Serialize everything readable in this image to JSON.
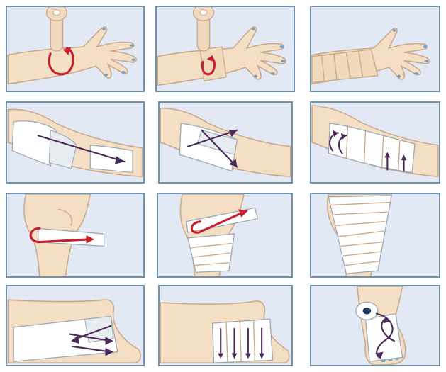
{
  "figure": {
    "grid": {
      "rows": 4,
      "columns": 3
    },
    "colors": {
      "panel_background": "#e3e8f5",
      "panel_border": "#6f93ad",
      "skin": "#f4dfc4",
      "skin_outline": "#c9a98a",
      "bandage": "#ffffff",
      "arrow_red": "#c81f2a",
      "arrow_dark": "#4b2a5a",
      "nail": "#6fa0c8"
    },
    "panels": [
      {
        "id": "wrist-1",
        "body_part": "wrist",
        "step": 1,
        "icons": [
          "hand-icon",
          "bandage-roll-icon",
          "red-circular-arrow-icon"
        ]
      },
      {
        "id": "wrist-2",
        "body_part": "wrist",
        "step": 2,
        "icons": [
          "hand-icon",
          "bandage-roll-icon",
          "red-circular-arrow-icon"
        ]
      },
      {
        "id": "wrist-3",
        "body_part": "wrist",
        "step": 3,
        "icons": [
          "hand-icon",
          "wrapped-bandage-icon"
        ]
      },
      {
        "id": "elbow-1",
        "body_part": "elbow",
        "step": 1,
        "icons": [
          "arm-icon",
          "bandage-icon",
          "dark-arrow-icon"
        ]
      },
      {
        "id": "elbow-2",
        "body_part": "elbow",
        "step": 2,
        "icons": [
          "arm-icon",
          "bandage-icon",
          "cross-arrow-icon"
        ]
      },
      {
        "id": "elbow-3",
        "body_part": "elbow",
        "step": 3,
        "icons": [
          "arm-icon",
          "bandage-icon",
          "dark-arrow-icon"
        ]
      },
      {
        "id": "knee-1",
        "body_part": "knee",
        "step": 1,
        "icons": [
          "leg-icon",
          "bandage-icon",
          "red-circular-arrow-icon"
        ]
      },
      {
        "id": "knee-2",
        "body_part": "knee",
        "step": 2,
        "icons": [
          "leg-icon",
          "bandage-icon",
          "red-circular-arrow-icon"
        ]
      },
      {
        "id": "knee-3",
        "body_part": "knee",
        "step": 3,
        "icons": [
          "leg-icon",
          "wrapped-bandage-icon"
        ]
      },
      {
        "id": "ankle-1",
        "body_part": "ankle",
        "step": 1,
        "icons": [
          "foot-icon",
          "bandage-icon",
          "dark-arrow-icon"
        ]
      },
      {
        "id": "ankle-2",
        "body_part": "ankle",
        "step": 2,
        "icons": [
          "foot-icon",
          "bandage-icon",
          "dark-arrow-icon"
        ]
      },
      {
        "id": "ankle-3",
        "body_part": "ankle",
        "step": 3,
        "icons": [
          "foot-icon",
          "bandage-roll-icon",
          "figure-eight-arrow-icon"
        ]
      }
    ]
  }
}
